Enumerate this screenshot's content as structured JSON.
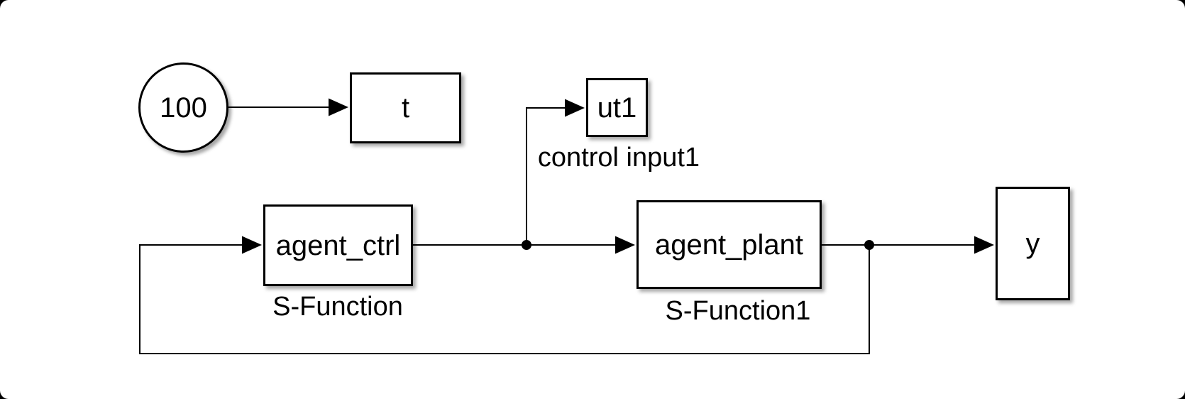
{
  "diagram": {
    "title": "simulink-agent-control-model",
    "blocks": {
      "constant100": {
        "text": "100"
      },
      "to_workspace_t": {
        "text": "t"
      },
      "to_workspace_ut1": {
        "text": "ut1",
        "caption": "control input1"
      },
      "sfun_ctrl": {
        "text": "agent_ctrl",
        "caption": "S-Function"
      },
      "sfun_plant": {
        "text": "agent_plant",
        "caption": "S-Function1"
      },
      "to_workspace_y": {
        "text": "y"
      }
    }
  },
  "colors": {
    "wire": "#000000",
    "block_border": "#000000",
    "block_fill": "#ffffff",
    "canvas_bg": "#ffffff",
    "frame_bg": "#000000"
  }
}
